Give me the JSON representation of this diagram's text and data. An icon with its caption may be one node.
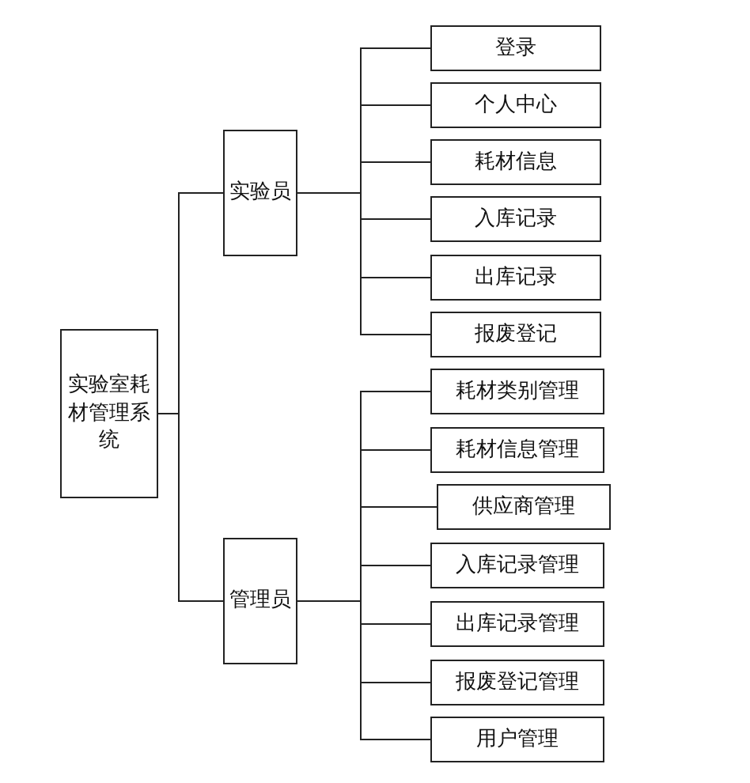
{
  "diagram": {
    "nodes": [
      {
        "text": [
          "实验室耗材管理系统"
        ]
      },
      {
        "text": [
          "实验员"
        ]
      },
      {
        "text": [
          "登录"
        ]
      },
      {
        "text": [
          "个人中心"
        ]
      },
      {
        "text": [
          "耗材信息"
        ]
      },
      {
        "text": [
          "入库记录"
        ]
      },
      {
        "text": [
          "出库记录"
        ]
      },
      {
        "text": [
          "报废登记"
        ]
      },
      {
        "text": [
          "管理员"
        ]
      },
      {
        "text": [
          "耗材类别管理"
        ]
      },
      {
        "text": [
          "耗材信息管理"
        ]
      },
      {
        "text": [
          "供应商管理"
        ]
      },
      {
        "text": [
          "入库记录管理"
        ]
      },
      {
        "text": [
          "出库记录管理"
        ]
      },
      {
        "text": [
          "报废登记管理"
        ]
      },
      {
        "text": [
          "用户管理"
        ]
      }
    ],
    "edges": [
      {
        "from": 0,
        "to": 1,
        "arrow": "none"
      },
      {
        "from": 0,
        "to": 8,
        "arrow": "none"
      },
      {
        "from": 1,
        "to": 2,
        "arrow": "none"
      },
      {
        "from": 1,
        "to": 3,
        "arrow": "none"
      },
      {
        "from": 1,
        "to": 4,
        "arrow": "none"
      },
      {
        "from": 1,
        "to": 5,
        "arrow": "none"
      },
      {
        "from": 1,
        "to": 6,
        "arrow": "none"
      },
      {
        "from": 1,
        "to": 7,
        "arrow": "none"
      },
      {
        "from": 8,
        "to": 9,
        "arrow": "none"
      },
      {
        "from": 8,
        "to": 10,
        "arrow": "none"
      },
      {
        "from": 8,
        "to": 11,
        "arrow": "none"
      },
      {
        "from": 8,
        "to": 12,
        "arrow": "none"
      },
      {
        "from": 8,
        "to": 13,
        "arrow": "none"
      },
      {
        "from": 8,
        "to": 14,
        "arrow": "none"
      },
      {
        "from": 8,
        "to": 15,
        "arrow": "none"
      }
    ]
  }
}
